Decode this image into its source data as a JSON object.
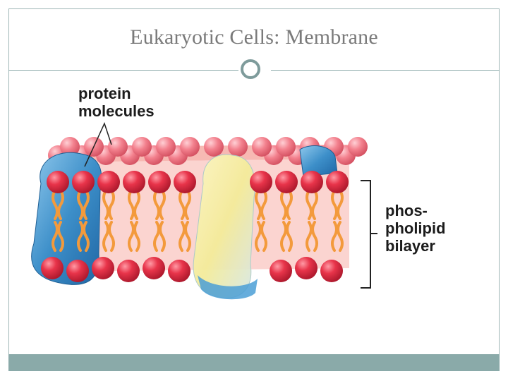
{
  "slide": {
    "title": "Eukaryotic Cells:  Membrane"
  },
  "diagram": {
    "labels": {
      "protein": "protein\nmolecules",
      "bilayer": "phos-\npholipid\nbilayer"
    }
  },
  "colors": {
    "frame": "#9fb5b5",
    "footer": "#8aaaa9",
    "title": "#7a7a7a",
    "phosphate_head": "#e8344a",
    "lipid_tail": "#f39a3c",
    "protein_blue": "#3d8fc9",
    "protein_yellow": "#f4ec9a",
    "bilayer_core": "#fbd4d0"
  }
}
